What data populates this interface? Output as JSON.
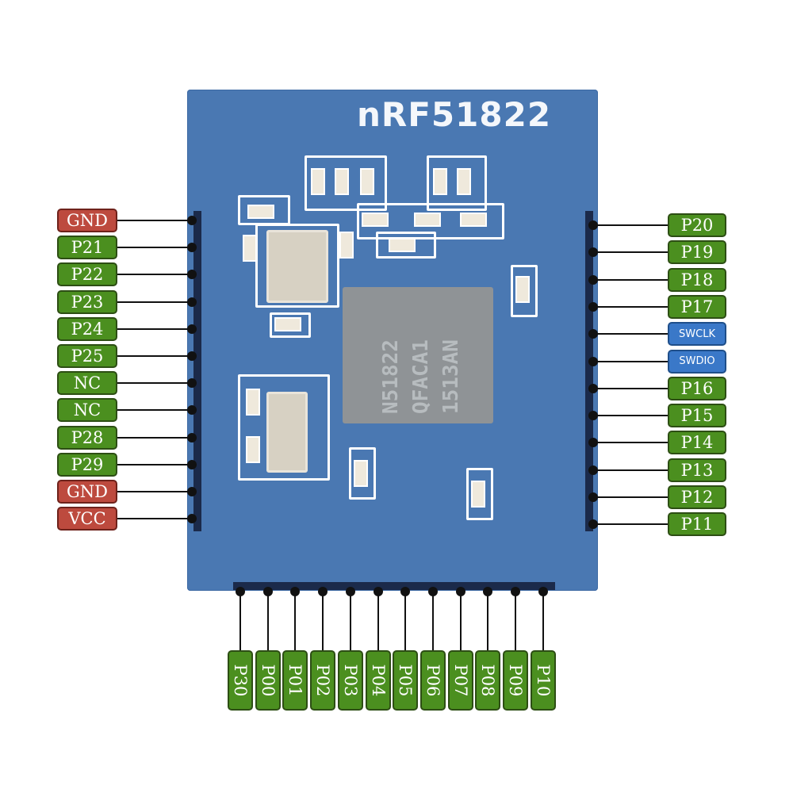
{
  "board": {
    "title": "nRF51822"
  },
  "chip": {
    "lines": [
      "N51822",
      "QFACA1",
      "1513AN"
    ]
  },
  "colors": {
    "gpio": "#4b8f1f",
    "power": "#bd4a3e",
    "debug": "#3a78c8",
    "pcb": "#4a78b2"
  },
  "left_pins": [
    {
      "label": "GND",
      "kind": "power"
    },
    {
      "label": "P21",
      "kind": "gpio"
    },
    {
      "label": "P22",
      "kind": "gpio"
    },
    {
      "label": "P23",
      "kind": "gpio"
    },
    {
      "label": "P24",
      "kind": "gpio"
    },
    {
      "label": "P25",
      "kind": "gpio"
    },
    {
      "label": "NC",
      "kind": "gpio"
    },
    {
      "label": "NC",
      "kind": "gpio"
    },
    {
      "label": "P28",
      "kind": "gpio"
    },
    {
      "label": "P29",
      "kind": "gpio"
    },
    {
      "label": "GND",
      "kind": "power"
    },
    {
      "label": "VCC",
      "kind": "power"
    }
  ],
  "right_pins": [
    {
      "label": "P20",
      "kind": "gpio"
    },
    {
      "label": "P19",
      "kind": "gpio"
    },
    {
      "label": "P18",
      "kind": "gpio"
    },
    {
      "label": "P17",
      "kind": "gpio"
    },
    {
      "label": "SWCLK",
      "kind": "debug"
    },
    {
      "label": "SWDIO",
      "kind": "debug"
    },
    {
      "label": "P16",
      "kind": "gpio"
    },
    {
      "label": "P15",
      "kind": "gpio"
    },
    {
      "label": "P14",
      "kind": "gpio"
    },
    {
      "label": "P13",
      "kind": "gpio"
    },
    {
      "label": "P12",
      "kind": "gpio"
    },
    {
      "label": "P11",
      "kind": "gpio"
    }
  ],
  "bottom_pins": [
    {
      "label": "P30",
      "kind": "gpio"
    },
    {
      "label": "P00",
      "kind": "gpio"
    },
    {
      "label": "P01",
      "kind": "gpio"
    },
    {
      "label": "P02",
      "kind": "gpio"
    },
    {
      "label": "P03",
      "kind": "gpio"
    },
    {
      "label": "P04",
      "kind": "gpio"
    },
    {
      "label": "P05",
      "kind": "gpio"
    },
    {
      "label": "P06",
      "kind": "gpio"
    },
    {
      "label": "P07",
      "kind": "gpio"
    },
    {
      "label": "P08",
      "kind": "gpio"
    },
    {
      "label": "P09",
      "kind": "gpio"
    },
    {
      "label": "P10",
      "kind": "gpio"
    }
  ]
}
